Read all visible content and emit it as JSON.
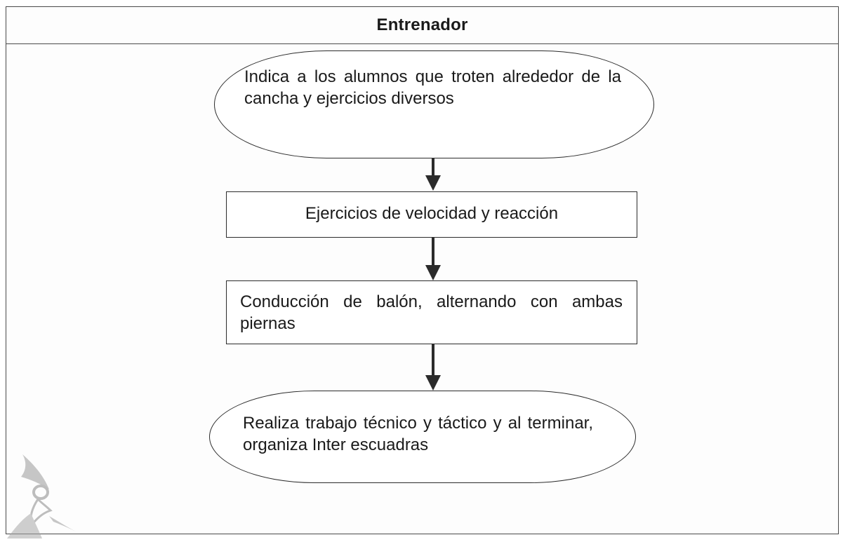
{
  "diagram": {
    "title": "Entrenador",
    "steps": [
      {
        "shape": "terminal",
        "text": "Indica a los alumnos que troten alrededor de la cancha y ejercicios diversos"
      },
      {
        "shape": "process",
        "text": "Ejercicios de velocidad y reacción"
      },
      {
        "shape": "process",
        "text": "Conducción de balón, alternando con ambas piernas"
      },
      {
        "shape": "terminal",
        "text": "Realiza trabajo técnico y táctico y al terminar, organiza Inter escuadras"
      }
    ]
  },
  "colors": {
    "line": "#2b2b2b",
    "frame": "#4a4a4a",
    "background": "#ffffff"
  },
  "icons": {
    "watermark": "figure-logo-watermark"
  }
}
